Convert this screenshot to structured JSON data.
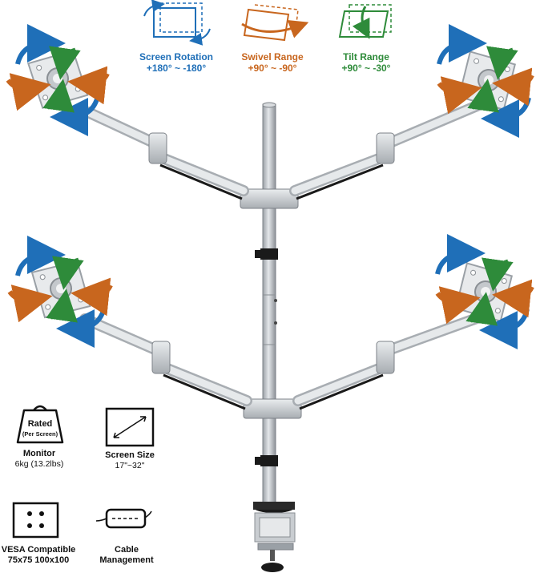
{
  "features": {
    "rotation": {
      "title": "Screen Rotation",
      "range": "+180° ~ -180°",
      "color": "#1f6fb8"
    },
    "swivel": {
      "title": "Swivel Range",
      "range": "+90° ~ -90°",
      "color": "#c8661e"
    },
    "tilt": {
      "title": "Tilt Range",
      "range": "+90° ~ -30°",
      "color": "#2e8b3a"
    }
  },
  "specs": {
    "rated": {
      "badge_title": "Rated",
      "badge_sub": "(Per Screen)",
      "label": "Monitor",
      "value": "6kg (13.2lbs)"
    },
    "screen_size": {
      "label": "Screen Size",
      "value": "17\"~32\""
    },
    "vesa": {
      "label": "VESA Compatible",
      "value": "75x75 100x100"
    },
    "cable": {
      "label": "Cable",
      "value": "Management"
    }
  },
  "colors": {
    "arrow_blue": "#1f6fb8",
    "arrow_orange": "#c8661e",
    "arrow_green": "#2e8b3a",
    "metal": "#c9cdd1",
    "metal_dark": "#8a8f94",
    "black": "#1a1a1a"
  },
  "icons": [
    "rotate-arrow-icon",
    "swivel-arrow-icon",
    "tilt-arrow-icon",
    "weight-badge-icon",
    "screen-diagonal-icon",
    "vesa-holes-icon",
    "cable-clip-icon"
  ]
}
